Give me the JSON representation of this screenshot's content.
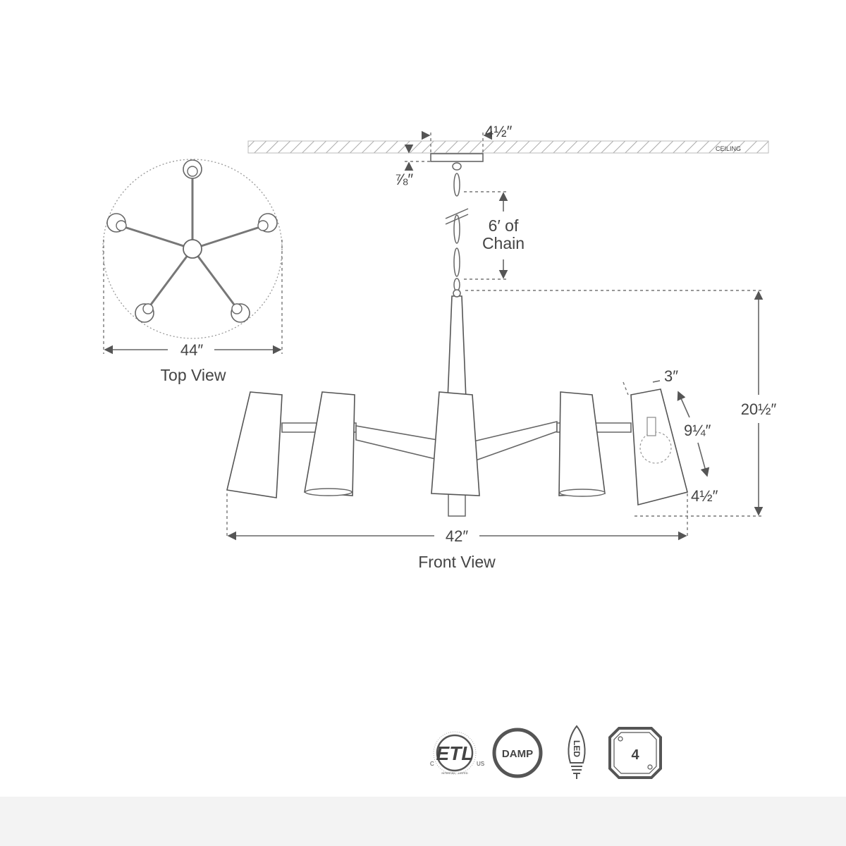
{
  "top_view": {
    "width_dim": "44″",
    "caption": "Top View"
  },
  "front_view": {
    "canopy_width_dim": "4½″",
    "ceiling_label": "CEILING",
    "canopy_height_dim": "⅞″",
    "chain_dim_line1": "6′ of",
    "chain_dim_line2": "Chain",
    "height_dim": "20½″",
    "shade_top_dim": "3″",
    "shade_length_dim": "9¼″",
    "shade_bottom_dim": "4½″",
    "width_dim": "42″",
    "caption": "Front View"
  },
  "badges": {
    "etl_text": "ETL",
    "etl_c": "C",
    "etl_us": "US",
    "etl_ring": "INTERTEK · LISTED",
    "damp_text": "DAMP",
    "led_text": "LED",
    "jbox_number": "4"
  },
  "icons": [
    "etl-listed-icon",
    "damp-rated-icon",
    "led-bulb-icon",
    "junction-box-icon"
  ]
}
